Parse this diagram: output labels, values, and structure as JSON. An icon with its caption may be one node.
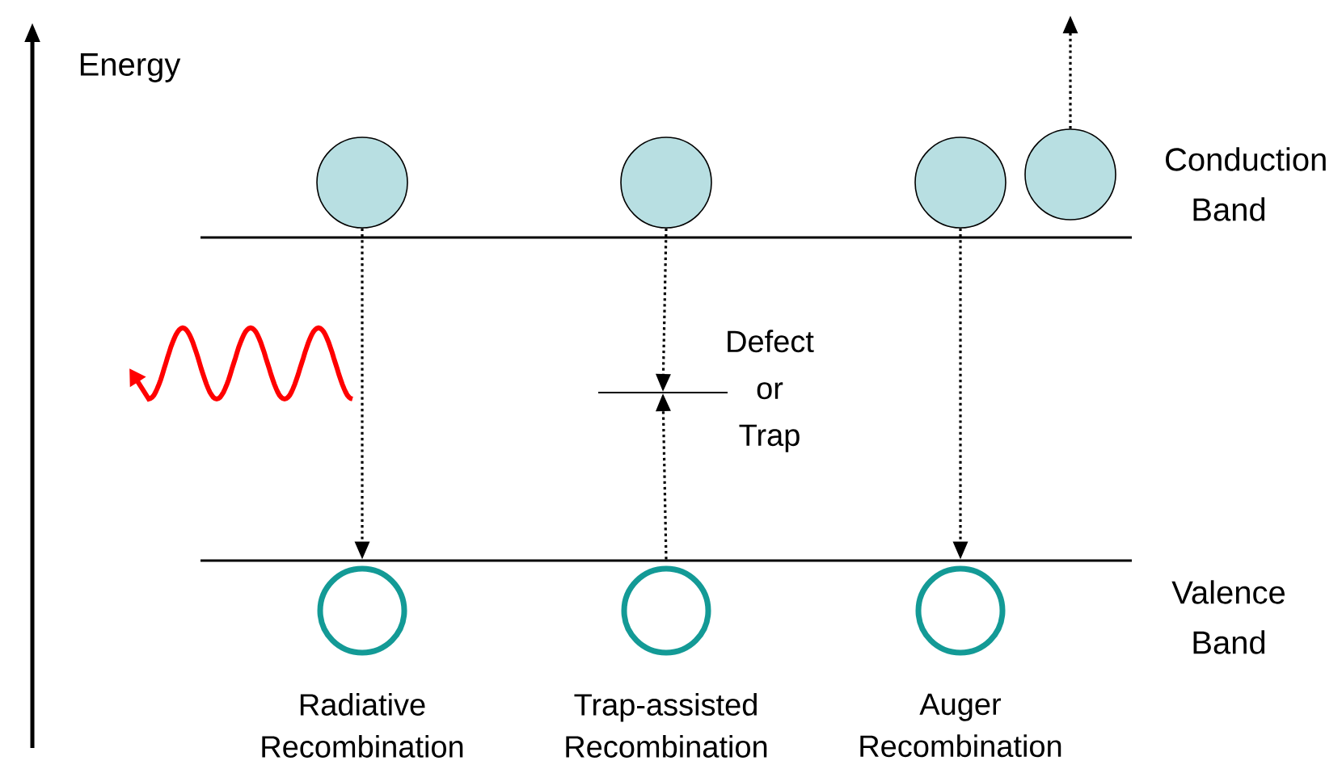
{
  "diagram": {
    "nodes": [
      {
        "text": [],
        "shape": "circle"
      },
      {
        "text": [],
        "shape": "circle"
      },
      {
        "text": [],
        "shape": "circle"
      },
      {
        "text": [],
        "shape": "circle"
      },
      {
        "text": [],
        "shape": "circle",
        "beside": [
          "Radiative Recombination"
        ]
      },
      {
        "text": [],
        "shape": "circle",
        "beside": [
          "Trap-assisted Recombination"
        ]
      },
      {
        "text": [],
        "shape": "circle",
        "beside": [
          "Auger Recombination"
        ]
      },
      {
        "text": [],
        "shape": "bar",
        "beside": [
          "Defect or Trap"
        ]
      }
    ],
    "edges": [
      {
        "from": 0,
        "to": 4,
        "arrow": "to"
      },
      {
        "from": 1,
        "to": 7,
        "arrow": "to"
      },
      {
        "from": 5,
        "to": 7,
        "arrow": "to"
      },
      {
        "from": 2,
        "to": 6,
        "arrow": "to"
      },
      {
        "from": 3,
        "to": null,
        "arrow": "to"
      }
    ],
    "labels": [
      "Energy",
      "Conduction Band",
      "Valence Band"
    ]
  }
}
